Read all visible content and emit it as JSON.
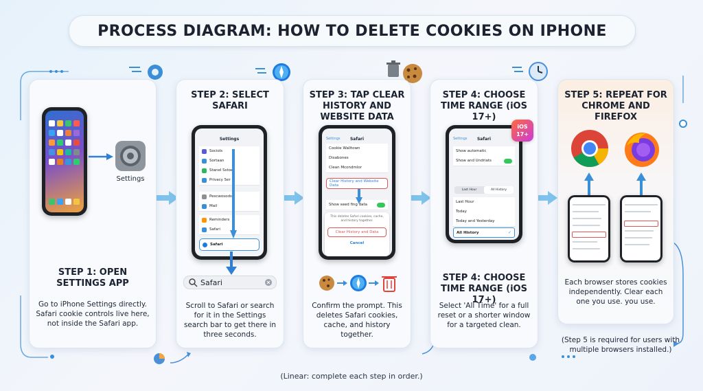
{
  "title": "PROCESS DIAGRAM: HOW TO DELETE COOKIES ON IPHONE",
  "steps": [
    {
      "title": "STEP 1: OPEN SETTINGS APP",
      "settings_label": "Settings",
      "description": "Go to iPhone Settings directly. Safari cookie controls live here, not inside the Safari app."
    },
    {
      "title": "STEP 2: SELECT SAFARI",
      "screen_header": "Settings",
      "menu_items": [
        "Sociols",
        "Sortaan",
        "Stanel Sstoe",
        "Privacy Ser",
        "Pescwosods",
        "Mail",
        "Reminders",
        "Safari"
      ],
      "highlight_item": "Safari",
      "search_value": "Safari",
      "description": "Scroll to Safari or search for it in the Settings search bar to get there in three seconds."
    },
    {
      "title": "STEP 3: TAP CLEAR HISTORY AND WEBSITE DATA",
      "screen_back": "Settings",
      "screen_header": "Safari",
      "rows": [
        "Cookie Walltown",
        "Disabones",
        "Clean Mcondmlor"
      ],
      "highlight_row": "Clear History and Website Data",
      "toggle_row": "Show seed fing data",
      "sheet_text": "This deletes Safari cookies, cache, and history together.",
      "sheet_confirm": "Clear History and Data",
      "sheet_cancel": "Cancel",
      "description": "Confirm the prompt. This deletes Safari cookies, cache, and history together."
    },
    {
      "title": "STEP 4: CHOOSE TIME RANGE (iOS 17+)",
      "badge": "iOS 17+",
      "screen_back": "Settings",
      "screen_header": "Safari",
      "rows": [
        "Show automatic",
        "Show and Undriats"
      ],
      "tabs": [
        "Last Hour",
        "All History"
      ],
      "options": [
        "Last Hour",
        "Today",
        "Today and Yesterday",
        "All History"
      ],
      "selected_option": "All History",
      "subtitle": "STEP 4: CHOOSE TIME RANGE (iOS 17+)",
      "description": "Select 'All Time' for a full reset or a shorter window for a targeted clean."
    },
    {
      "title": "STEP 5: REPEAT FOR CHROME AND FIREFOX",
      "description": "Each browser stores cookies independently. Clear each one you use. you use.",
      "note": "(Step 5 is required for users with multiple browsers installed.)"
    }
  ],
  "footer": "(Linear: complete each step in order.)",
  "colors": {
    "accent": "#3b8fd8",
    "arrow": "#7fc3ec",
    "highlight": "#e05555",
    "peach": "#fbeee2"
  }
}
